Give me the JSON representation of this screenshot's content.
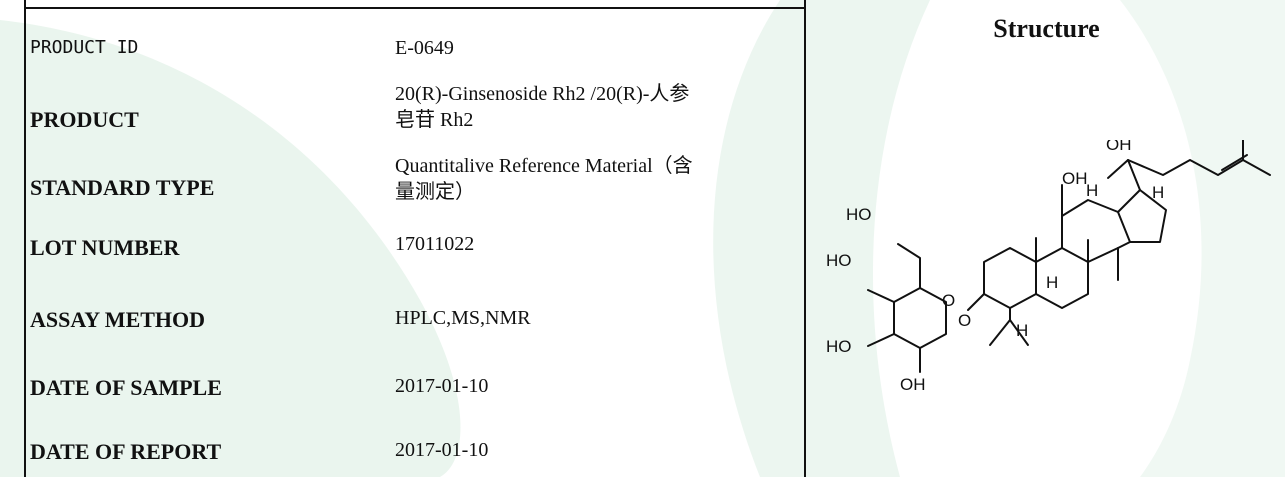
{
  "fields": [
    {
      "label": "PRODUCT ID",
      "value": "E-0649"
    },
    {
      "label": "PRODUCT",
      "value": "20(R)-Ginsenoside Rh2 /20(R)-人参\n皂苷 Rh2"
    },
    {
      "label": "STANDARD TYPE",
      "value": "Quantitalive Reference Material（含\n量测定）"
    },
    {
      "label": "LOT NUMBER",
      "value": "17011022"
    },
    {
      "label": "ASSAY METHOD",
      "value": "HPLC,MS,NMR"
    },
    {
      "label": "DATE OF SAMPLE",
      "value": "2017-01-10"
    },
    {
      "label": "DATE OF REPORT",
      "value": "2017-01-10"
    }
  ],
  "structure": {
    "title": "Structure",
    "atoms": {
      "oh_top": "OH",
      "oh_mid": "OH",
      "h1": "H",
      "h2": "H",
      "ho_sugar": "HO",
      "ho_left": "HO",
      "o_ring": "O",
      "ho_bottom": "HO",
      "o_link": "O",
      "oh_bottom": "OH",
      "h3": "H",
      "h4": "H"
    }
  },
  "colors": {
    "watermark": "#2f9a5a",
    "border": "#111111"
  }
}
